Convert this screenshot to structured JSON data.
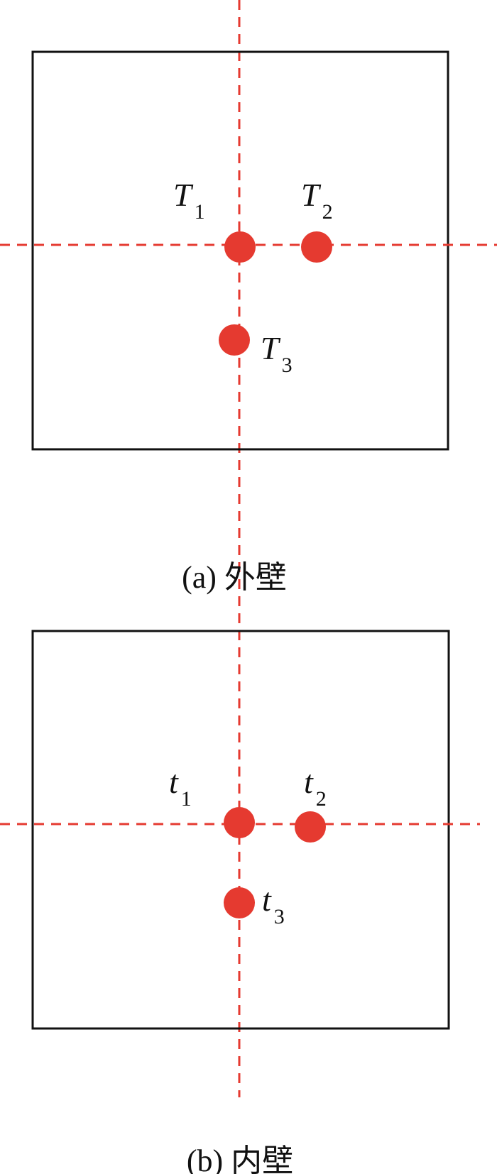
{
  "panel_a": {
    "caption": "(a) 外壁",
    "points": [
      {
        "letter": "T",
        "sub": "1"
      },
      {
        "letter": "T",
        "sub": "2"
      },
      {
        "letter": "T",
        "sub": "3"
      }
    ]
  },
  "panel_b": {
    "caption": "(b) 内壁",
    "points": [
      {
        "letter": "t",
        "sub": "1"
      },
      {
        "letter": "t",
        "sub": "2"
      },
      {
        "letter": "t",
        "sub": "3"
      }
    ]
  },
  "colors": {
    "marker": "#e53a30",
    "outline": "#111111"
  }
}
